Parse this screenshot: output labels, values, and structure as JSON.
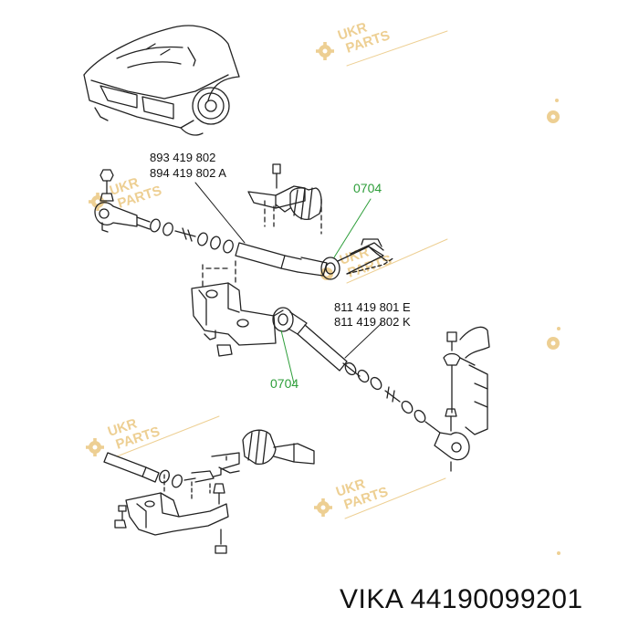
{
  "labels": {
    "part_a1": "893 419 802",
    "part_a2": "894 419 802 A",
    "part_b1": "811 419 801 E",
    "part_b2": "811 419 802 K",
    "callout_top": "0704",
    "callout_bottom": "0704"
  },
  "caption": {
    "brand": "VIKA",
    "part_number": "44190099201"
  },
  "watermark": {
    "line1": "UKR",
    "line2": "PARTS",
    "color": "#e8c070"
  },
  "colors": {
    "line": "#222222",
    "callout": "#2e9e3a"
  }
}
